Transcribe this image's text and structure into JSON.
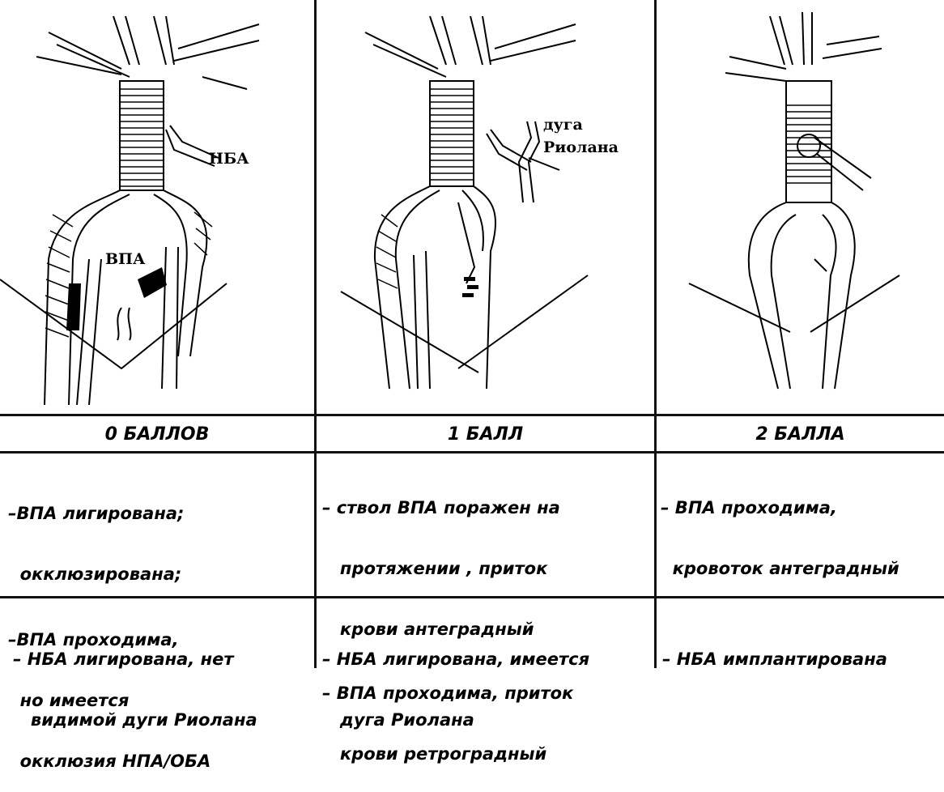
{
  "columns": [
    {
      "header": "0 БАЛЛОВ",
      "vpa_text": [
        "–ВПА лигирована;",
        "  окклюзирована;",
        "–ВПА проходима,",
        "  но имеется",
        "  окклюзия НПА/ОБА"
      ],
      "nba_text": [
        "– НБА лигирована, нет",
        "   видимой дуги Риолана"
      ]
    },
    {
      "header": "1 БАЛЛ",
      "vpa_text": [
        "– ствол ВПА поражен на",
        "   протяжении , приток",
        "   крови антеградный",
        "– ВПА проходима, приток",
        "   крови ретроградный"
      ],
      "nba_text": [
        "– НБА лигирована, имеется",
        "   дуга Риолана"
      ]
    },
    {
      "header": "2 БАЛЛА",
      "vpa_text": [
        "– ВПА проходима,",
        "  кровоток антеградный"
      ],
      "nba_text": [
        "– НБА имплантирована"
      ]
    }
  ],
  "diagram_labels": {
    "nba": "НБА",
    "vpa": "ВПА",
    "riolan_line1": "дуга",
    "riolan_line2": "Риолана"
  }
}
